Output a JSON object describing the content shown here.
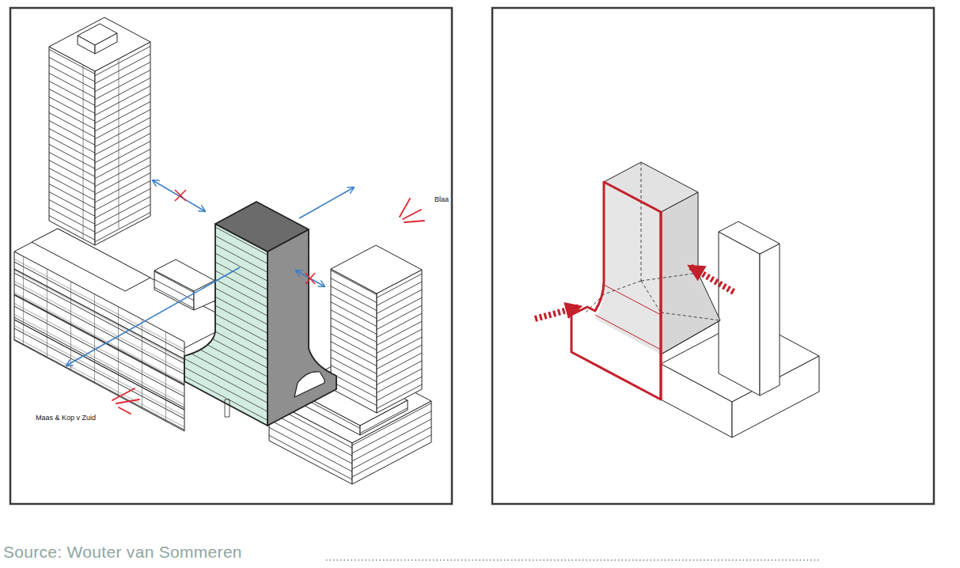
{
  "diagram": {
    "caption": "Source: Wouter van Sommeren",
    "labels": [
      "Blaa",
      "Maas & Kop v Zuid"
    ]
  }
}
